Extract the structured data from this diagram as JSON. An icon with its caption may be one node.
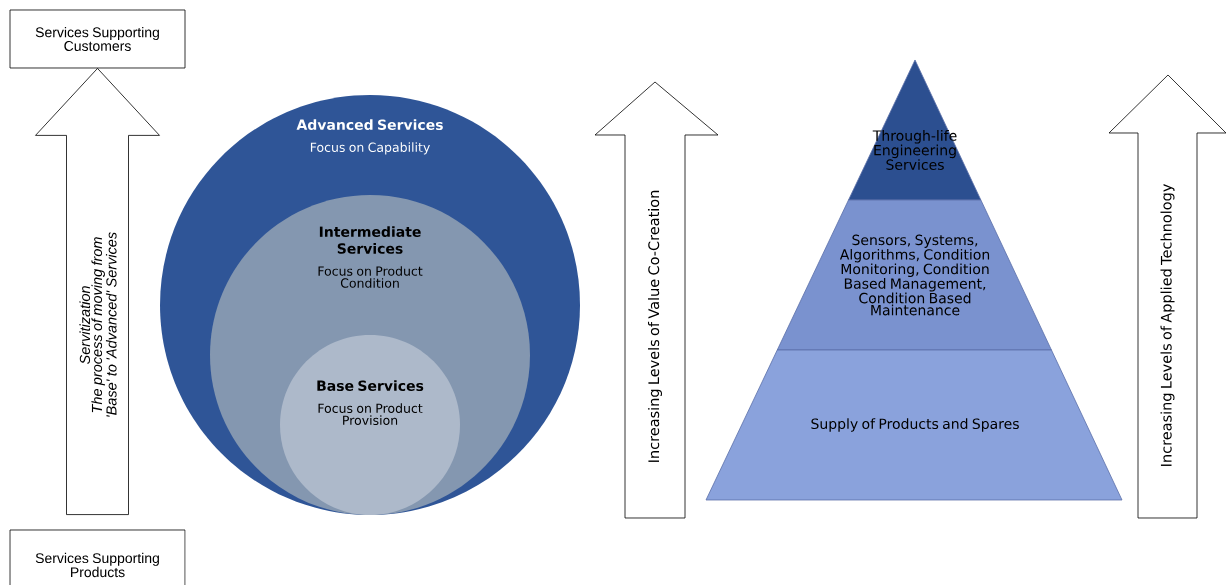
{
  "diagram": {
    "nodes": [
      {
        "text": [
          "Services Supporting Customers"
        ]
      },
      {
        "text": [
          "Servitization",
          "The process of moving from 'Base' to 'Advanced' Services"
        ]
      },
      {
        "text": [
          "Services Supporting Products"
        ]
      },
      {
        "text": [
          "Advanced Services",
          "Focus on Capability"
        ]
      },
      {
        "text": [
          "Intermediate Services",
          "Focus on Product Condition"
        ],
        "in": 3
      },
      {
        "text": [
          "Base Services",
          "Focus on Product Provision"
        ],
        "in": 4
      },
      {
        "text": [
          "Increasing Levels of Value Co-Creation"
        ]
      },
      {
        "text": [
          "Through-life Engineering Services"
        ]
      },
      {
        "text": [
          "Sensors, Systems, Algorithms, Condition Monitoring, Condition Based Management, Condition Based Maintenance"
        ]
      },
      {
        "text": [
          "Supply of Products and Spares"
        ]
      },
      {
        "text": [
          "Increasing Levels of Applied Technology"
        ]
      }
    ],
    "edges": [
      {
        "from": 2,
        "to": 0,
        "arrow": "to"
      }
    ]
  }
}
